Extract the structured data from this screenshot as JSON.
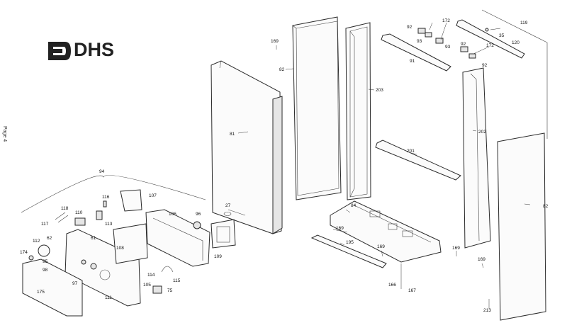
{
  "page": {
    "label": "Page 4"
  },
  "logo": {
    "text": "DHS"
  },
  "callouts": {
    "c81": "81",
    "c82a": "82",
    "c82b": "82",
    "c169a": "169",
    "c169b": "169",
    "c169c": "169",
    "c169d": "169",
    "c169e": "169",
    "c203": "203",
    "c202": "202",
    "c201": "201",
    "c27": "27",
    "c84": "84",
    "c195": "195",
    "c166": "166",
    "c167": "167",
    "c213": "213",
    "c92a": "92",
    "c92b": "92",
    "c92c": "92",
    "c93a": "93",
    "c93b": "93",
    "c172a": "172",
    "c172b": "172",
    "c91": "91",
    "c119": "119",
    "c35": "35",
    "c120": "120",
    "c94": "94",
    "c116": "116",
    "c107": "107",
    "c118": "118",
    "c117": "117",
    "c110": "110",
    "c113": "113",
    "c61": "61",
    "c106": "106",
    "c96": "96",
    "c62": "62",
    "c112": "112",
    "c174": "174",
    "c95": "95",
    "c108": "108",
    "c98": "98",
    "c97": "97",
    "c175": "175",
    "c111": "111",
    "c105": "105",
    "c114": "114",
    "c115": "115",
    "c75": "75",
    "c109": "109"
  }
}
